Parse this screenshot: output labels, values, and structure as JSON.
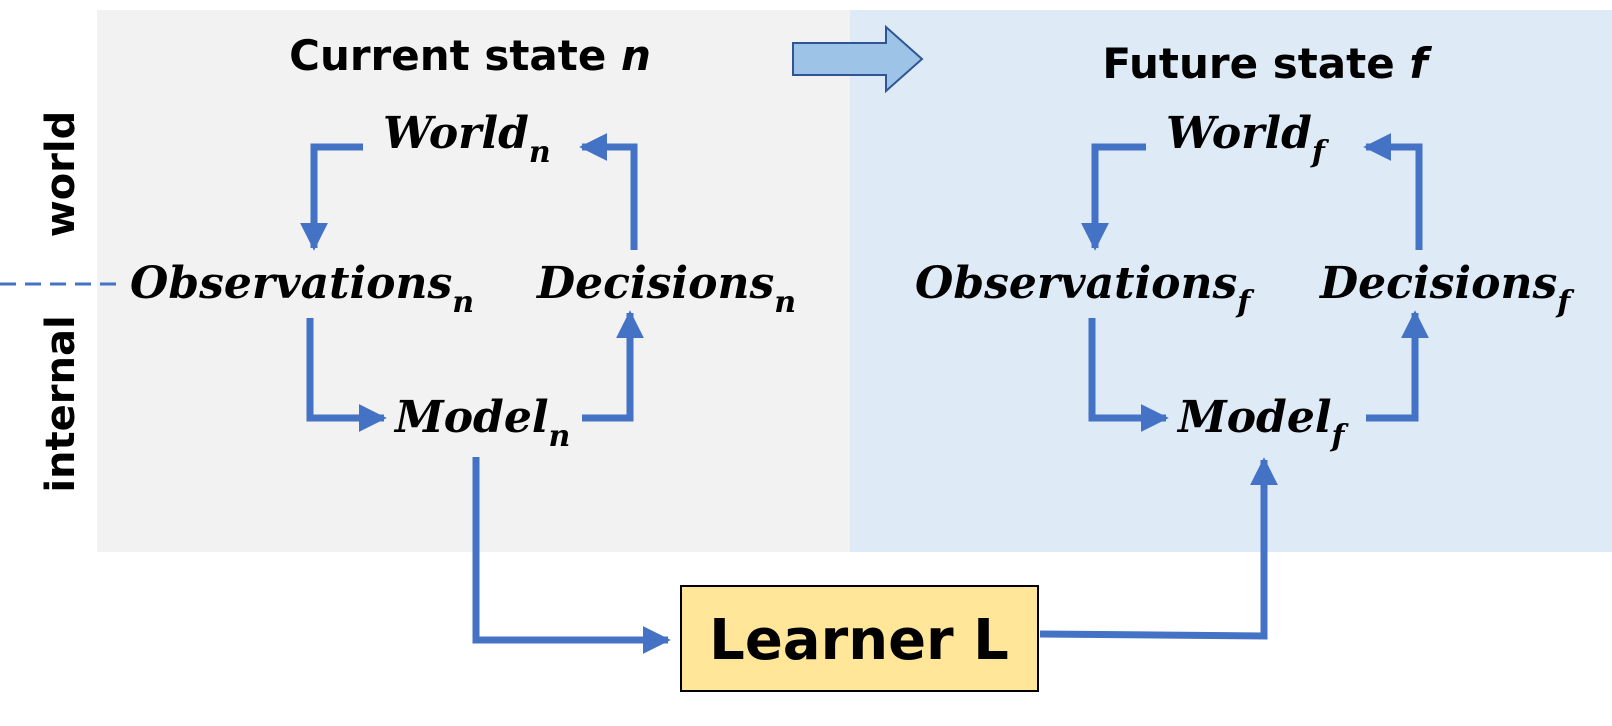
{
  "colors": {
    "current_panel": "#F2F2F2",
    "future_panel": "#DEEBF7",
    "arrow": "#4472C4",
    "learner_fill": "#FFE699",
    "transition_arrow_fill": "#9DC3E6",
    "transition_arrow_stroke": "#2F5597"
  },
  "side_labels": {
    "world": "world",
    "internal": "internal"
  },
  "current": {
    "title": "Current state ",
    "title_var": "n",
    "world": "World",
    "observations": "Observations",
    "decisions": "Decisions",
    "model": "Model",
    "subscript": "n"
  },
  "future": {
    "title": "Future state ",
    "title_var": "f",
    "world": "World",
    "observations": "Observations",
    "decisions": "Decisions",
    "model": "Model",
    "subscript": "f"
  },
  "learner": {
    "label": "Learner L"
  },
  "icons": {
    "transition": "right-arrow-icon"
  }
}
